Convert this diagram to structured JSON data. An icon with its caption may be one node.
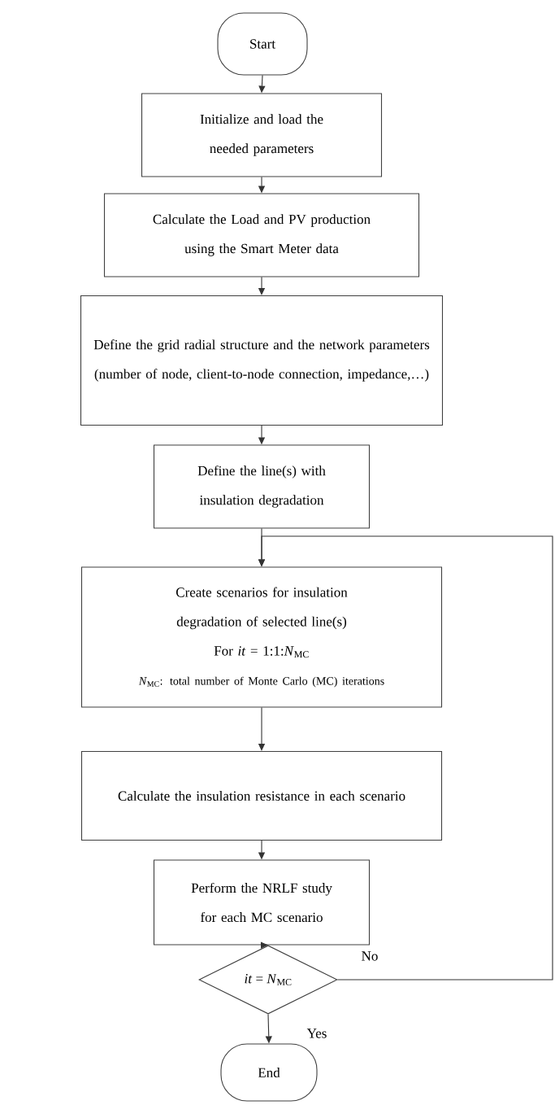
{
  "diagram": {
    "nodes": [
      {
        "text": [
          "Start"
        ]
      },
      {
        "text": [
          "Initialize and load the needed parameters"
        ]
      },
      {
        "text": [
          "Calculate the Load and PV production using the Smart Meter data"
        ]
      },
      {
        "text": [
          "Define the grid radial structure and the network parameters (number of node, client-to-node connection, impedance,…)"
        ]
      },
      {
        "text": [
          "Define the line(s) with insulation degradation"
        ]
      },
      {
        "text": [
          "Create scenarios for insulation degradation of selected line(s)",
          "For *it* = 1:1:*N*$_{MC}$",
          "*N*$_{MC}$: total number of Monte Carlo (MC) iterations"
        ]
      },
      {
        "text": [
          "Calculate the insulation resistance in each scenario"
        ]
      },
      {
        "text": [
          "Perform the NRLF study for each MC scenario"
        ]
      },
      {
        "text": [
          "*it* = *N*$_{MC}$"
        ]
      },
      {
        "text": [
          "End"
        ]
      }
    ],
    "edges": [
      {
        "from": 0,
        "to": 1,
        "arrow": "to"
      },
      {
        "from": 1,
        "to": 2,
        "arrow": "to"
      },
      {
        "from": 2,
        "to": 3,
        "arrow": "to"
      },
      {
        "from": 3,
        "to": 4,
        "arrow": "to"
      },
      {
        "from": 4,
        "to": 5,
        "arrow": "to"
      },
      {
        "from": 5,
        "to": 6,
        "arrow": "to"
      },
      {
        "from": 6,
        "to": 7,
        "arrow": "to"
      },
      {
        "from": 7,
        "to": 8,
        "arrow": "to"
      },
      {
        "from": 8,
        "to": 5,
        "arrow": "to",
        "label": "No"
      },
      {
        "from": 8,
        "to": 9,
        "arrow": "to",
        "label": "Yes"
      }
    ]
  }
}
